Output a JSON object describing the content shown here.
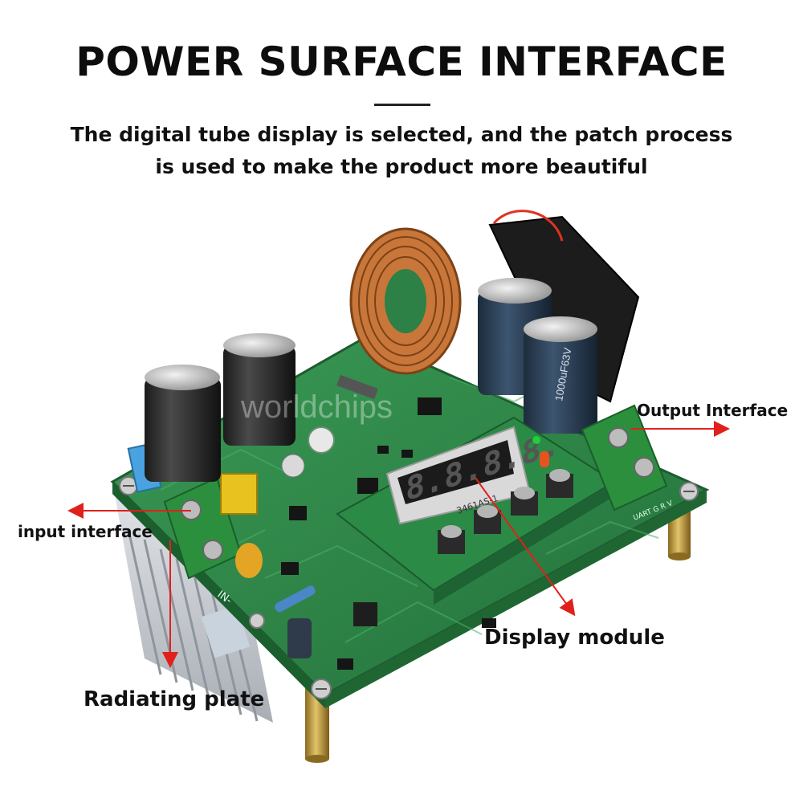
{
  "header": {
    "title": "POWER SURFACE INTERFACE",
    "subtitle_line1": "The digital tube display is selected, and the patch process",
    "subtitle_line2": "is used to make the product more beautiful"
  },
  "callouts": {
    "output_interface": "Output Interface",
    "input_interface": "input interface",
    "display_module": "Display module",
    "radiating_plate": "Radiating plate"
  },
  "board": {
    "display_model": "3461AS-1",
    "capacitor_marking": "1000uF63V",
    "pin_labels": "UART G R V",
    "input_marking": "IN-",
    "watermark": "worldchips"
  },
  "colors": {
    "pcb": "#2f8c4a",
    "arrow": "#e0201b",
    "copper": "#c8763a"
  }
}
